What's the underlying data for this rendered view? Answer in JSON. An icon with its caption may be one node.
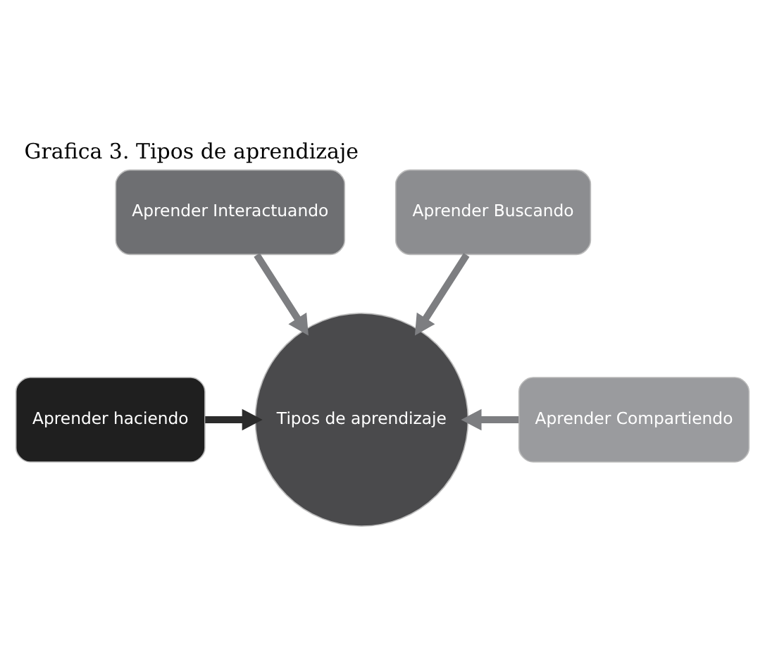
{
  "diagram": {
    "title": "Grafica 3. Tipos de aprendizaje",
    "nodes": [
      {
        "text": [
          "Aprender Interactuando"
        ]
      },
      {
        "text": [
          "Aprender Buscando"
        ]
      },
      {
        "text": [
          "Aprender haciendo"
        ]
      },
      {
        "text": [
          "Tipos de aprendizaje"
        ]
      },
      {
        "text": [
          "Aprender Compartiendo"
        ]
      }
    ],
    "edges": [
      {
        "from": 0,
        "to": 3,
        "arrow": "to"
      },
      {
        "from": 1,
        "to": 3,
        "arrow": "to"
      },
      {
        "from": 2,
        "to": 3,
        "arrow": "to",
        "color": "#2b2b2b"
      },
      {
        "from": 4,
        "to": 3,
        "arrow": "to"
      }
    ]
  }
}
